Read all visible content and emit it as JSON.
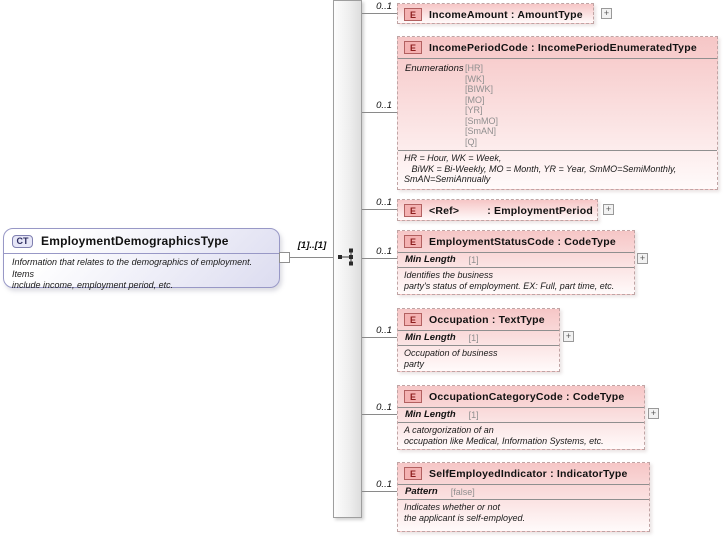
{
  "colors": {
    "el-top": "#f6c6c6",
    "el-border": "#c0a4a4",
    "badge-bg": "#f4b2b2",
    "badge-border": "#b26060",
    "badge-text": "#8d1f1f",
    "ct-border": "#9898c6",
    "ct-bottom": "#dcdcf0",
    "gray-text": "#8f8f8f"
  },
  "root": {
    "badge": "CT",
    "title": "EmploymentDemographicsType",
    "annotation": "Information that relates to the demographics of employment. Items\ninclude income, employment period, etc.",
    "cardinality": "[1]..[1]"
  },
  "compositor": {
    "type": "sequence"
  },
  "elements": [
    {
      "badge": "E",
      "header": "IncomeAmount : AmountType",
      "occurrence": "0..1",
      "expand": "+"
    },
    {
      "badge": "E",
      "header": "IncomePeriodCode : IncomePeriodEnumeratedType",
      "occurrence": "0..1",
      "facet_label": "Enumerations",
      "enumerations": [
        "[HR]",
        "[WK]",
        "[BIWK]",
        "[MO]",
        "[YR]",
        "[SmMO]",
        "[SmAN]",
        "[Q]"
      ],
      "annotation": "HR = Hour, WK = Week,\n   BiWK = Bi-Weekly, MO = Month, YR = Year, SmMO=SemiMonthly,\nSmAN=SemiAnnually"
    },
    {
      "badge": "E",
      "header": "<Ref>         : EmploymentPeriod",
      "occurrence": "0..1",
      "expand": "+"
    },
    {
      "badge": "E",
      "header": "EmploymentStatusCode : CodeType",
      "occurrence": "0..1",
      "facet_label": "Min Length",
      "facet_value": "[1]",
      "annotation": "Identifies the business\nparty's status of employment. EX: Full, part time, etc.",
      "expand": "+"
    },
    {
      "badge": "E",
      "header": "Occupation : TextType",
      "occurrence": "0..1",
      "facet_label": "Min Length",
      "facet_value": "[1]",
      "annotation": "Occupation of business\nparty",
      "expand": "+"
    },
    {
      "badge": "E",
      "header": "OccupationCategoryCode : CodeType",
      "occurrence": "0..1",
      "facet_label": "Min Length",
      "facet_value": "[1]",
      "annotation": "A catorgorization of an\noccupation like Medical, Information Systems, etc.",
      "expand": "+"
    },
    {
      "badge": "E",
      "header": "SelfEmployedIndicator : IndicatorType",
      "occurrence": "0..1",
      "facet_label": "Pattern",
      "facet_value": "[false]",
      "annotation": "Indicates whether or not\nthe applicant is self-employed."
    }
  ]
}
